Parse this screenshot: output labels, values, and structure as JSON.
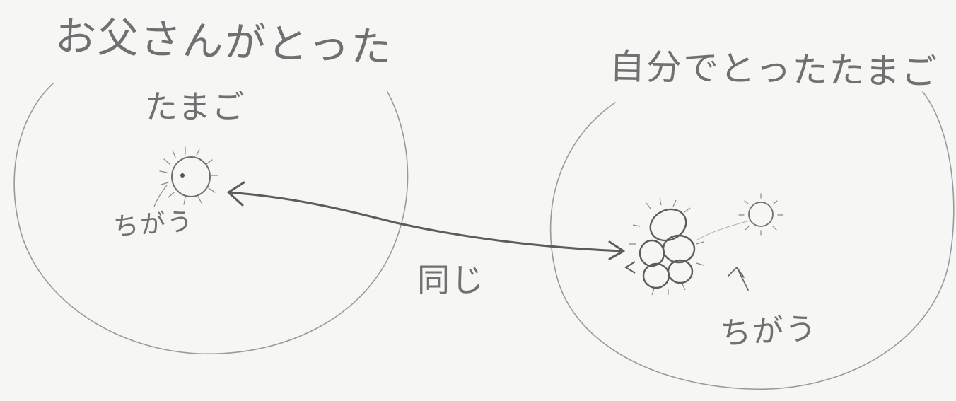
{
  "labels": {
    "left_title_line1": "お父さんがとった",
    "left_title_line2": "たまご",
    "right_title": "自分でとったたまご",
    "left_different": "ちがう",
    "same": "同じ",
    "right_different": "ちがう"
  },
  "colors": {
    "paper": "#f6f6f4",
    "pencil": "#8a8a8a",
    "pencil_dark": "#5c5c5c"
  }
}
